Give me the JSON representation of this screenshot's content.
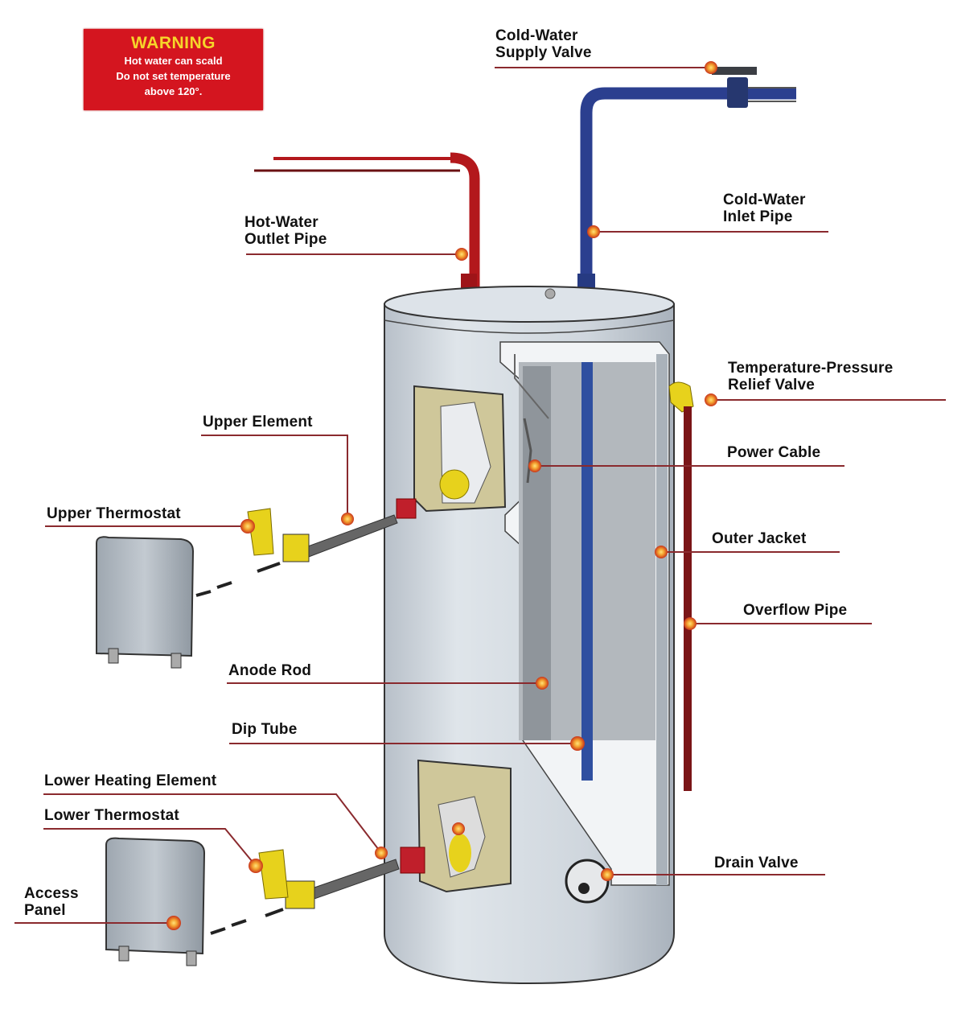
{
  "diagram": {
    "title": "Electric Water Heater Components",
    "warning": {
      "heading": "WARNING",
      "lines": [
        "Hot water can scald",
        "Do not set temperature",
        "above 120°."
      ]
    },
    "labels": {
      "cold_water_supply_valve": [
        "Cold-Water",
        "Supply Valve"
      ],
      "hot_water_outlet_pipe": [
        "Hot-Water",
        "Outlet Pipe"
      ],
      "cold_water_inlet_pipe": [
        "Cold-Water",
        "Inlet Pipe"
      ],
      "temperature_pressure_relief_valve": [
        "Temperature-Pressure",
        "Relief Valve"
      ],
      "power_cable": [
        "Power Cable"
      ],
      "upper_element": [
        "Upper Element"
      ],
      "upper_thermostat": [
        "Upper Thermostat"
      ],
      "outer_jacket": [
        "Outer Jacket"
      ],
      "overflow_pipe": [
        "Overflow Pipe"
      ],
      "anode_rod": [
        "Anode Rod"
      ],
      "dip_tube": [
        "Dip Tube"
      ],
      "lower_heating_element": [
        "Lower Heating Element"
      ],
      "lower_thermostat": [
        "Lower Thermostat"
      ],
      "access_panel": [
        "Access",
        "Panel"
      ],
      "drain_valve": [
        "Drain Valve"
      ]
    },
    "colors": {
      "hot_pipe": "#b3181c",
      "cold_pipe": "#2b3f8f",
      "tank": "#c9d0d8",
      "callout_dot": "#e0521a",
      "callout_line": "#8a2a2e",
      "brass": "#e7d21c",
      "element_panel": "#cfc79a",
      "warning_bg": "#d4151f",
      "warning_heading": "#f6d52a"
    }
  }
}
